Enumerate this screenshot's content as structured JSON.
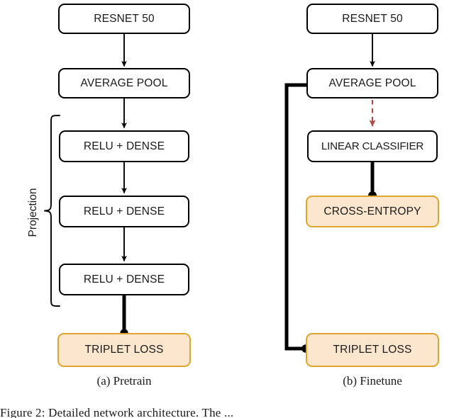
{
  "figure": {
    "caption_clipped": "Figure 2:  Detailed network architecture.  The ... ",
    "accent_loss_fill": "#fce6cd",
    "accent_loss_border": "#e0a52e",
    "accent_dashed_arrow": "#b04a42",
    "node_border": "#000000",
    "node_fill": "#ffffff"
  },
  "panels": [
    {
      "id": "pretrain",
      "subcaption": "(a) Pretrain",
      "group_label": "Projection",
      "nodes": [
        {
          "id": "resnet50",
          "label": "RESNET 50"
        },
        {
          "id": "average-pool",
          "label": "AVERAGE POOL"
        },
        {
          "id": "relu-dense-1",
          "label": "RELU + DENSE"
        },
        {
          "id": "relu-dense-2",
          "label": "RELU + DENSE"
        },
        {
          "id": "relu-dense-3",
          "label": "RELU + DENSE"
        },
        {
          "id": "triplet-loss",
          "label": "TRIPLET LOSS"
        }
      ]
    },
    {
      "id": "finetune",
      "subcaption": "(b) Finetune",
      "nodes": [
        {
          "id": "resnet50",
          "label": "RESNET 50"
        },
        {
          "id": "average-pool",
          "label": "AVERAGE POOL"
        },
        {
          "id": "linear-classifier",
          "label": "LINEAR CLASSIFIER"
        },
        {
          "id": "cross-entropy",
          "label": "CROSS-ENTROPY"
        },
        {
          "id": "triplet-loss",
          "label": "TRIPLET LOSS"
        }
      ]
    }
  ]
}
